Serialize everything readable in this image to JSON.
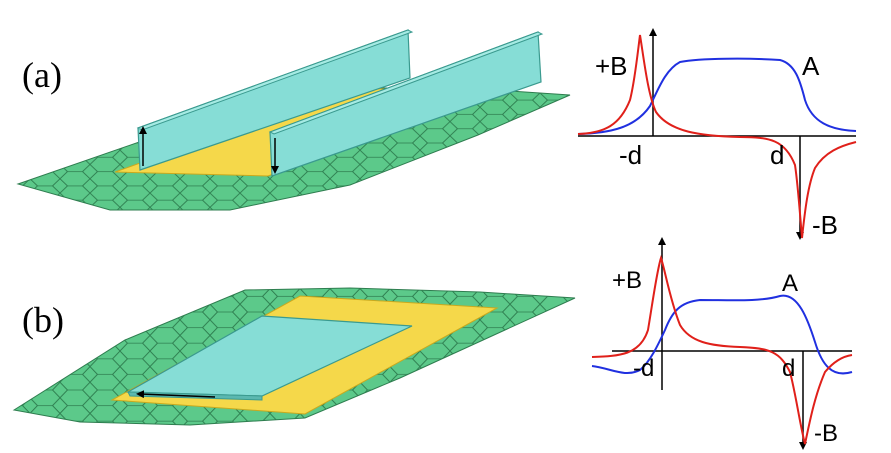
{
  "panels": [
    {
      "id": "a",
      "label": "(a)",
      "graph": {
        "plus_b": "+B",
        "minus_b": "-B",
        "curve_a": "A",
        "neg_d": "-d",
        "pos_d": "d"
      }
    },
    {
      "id": "b",
      "label": "(b)",
      "graph": {
        "plus_b": "+B",
        "minus_b": "-B",
        "curve_a": "A",
        "neg_d": "-d",
        "pos_d": "d"
      }
    }
  ],
  "colors": {
    "graphene": "#5cc98a",
    "graphene_edge": "#2e7d4f",
    "gold": "#f5d84a",
    "gold_edge": "#c9a91e",
    "plate": "#86ddd6",
    "plate_edge": "#3a9a8f",
    "curve_b": "#e0201a",
    "curve_a": "#2030e0"
  },
  "icons": {
    "arrow": "arrow-icon"
  }
}
